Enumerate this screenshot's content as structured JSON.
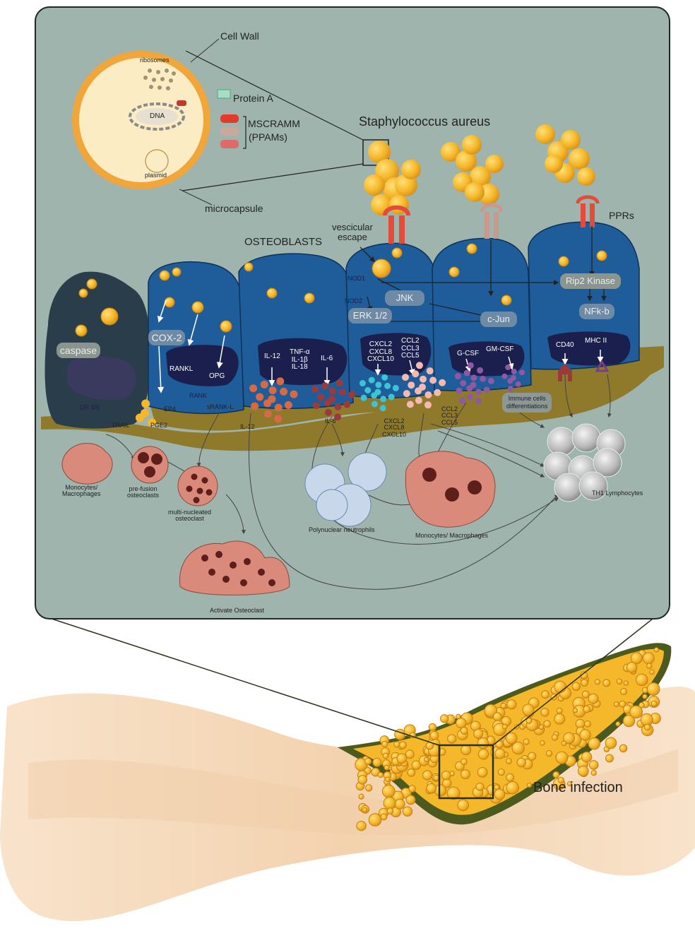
{
  "colors": {
    "panel_bg": "#9fb4ad",
    "osteoblast": "#1f5d9a",
    "nucleus": "#1b1f4d",
    "bone_matrix": "#8f7a2c",
    "bacteria": "#f5b82a",
    "osteoclast": "#d98a7a",
    "bone": "#f6dcc0",
    "infection_border": "#4d5a1e"
  },
  "bacterium": {
    "cell_wall": "Cell Wall",
    "ribosomes": "ribosomes",
    "dna": "DNA",
    "plasmid": "plasmid",
    "protein_a": "Protein A",
    "mscramm": "MSCRAMM",
    "ppams": "(PPAMs)",
    "microcapsule": "microcapsule",
    "species": "Staphylococcus aureus"
  },
  "top": {
    "osteoblasts": "OSTEOBLASTS",
    "vesicular_escape": "vescicular\nescape",
    "pprs": "PPRs"
  },
  "signaling": {
    "jnk": "JNK",
    "erk": "ERK 1/2",
    "cjun": "c-Jun",
    "rip2": "Rip2 Kinase",
    "nfkb": "NFk-b",
    "nod1": "NOD1",
    "nod2": "NOD2",
    "cox2": "COX-2",
    "caspase": "caspase"
  },
  "nucleus_labels": {
    "rankl": "RANKL",
    "opg": "OPG",
    "il12": "IL-12",
    "tnf_group": "TNF-α\nIL-1β\nIL-18",
    "il6": "IL-6",
    "cxcl_group": "CXCL2\nCXCL8\nCXCL10",
    "ccl_group": "CCL2\nCCL3\nCCL5",
    "gcsf": "G-CSF",
    "gmcsf": "GM-CSF",
    "cd40": "CD40",
    "mhc2": "MHC II"
  },
  "matrix_labels": {
    "dr45": "DR 4/5",
    "trail": "TRAIL",
    "ep4": "EP4",
    "pge2": "PGE2",
    "rank": "RANK",
    "srankl": "sRANK-L",
    "il12_secreted": "IL-12",
    "il6_secreted": "IL-6",
    "cxcl_secreted": "CXCL2\nCXCL8\nCXCL10",
    "ccl_secreted": "CCL2\nCCL3\nCCL5",
    "immune_diff": "Immune cells\ndifferentiations"
  },
  "cells": {
    "monocytes_macrophages_left": "Monocytes/\nMacrophages",
    "prefusion": "pre-fusion\nosteoclasts",
    "multinucleated": "multi-nucleated\nosteoclast",
    "activate_osteoclast": "Activate Osteoclast",
    "neutrophils": "Polynuclear neutrophils",
    "monocytes_macrophages_right": "Monocytes/ Macrophages",
    "th1": "TH1 Lymphocytes"
  },
  "bottom": {
    "bone_infection": "Bone infection"
  }
}
